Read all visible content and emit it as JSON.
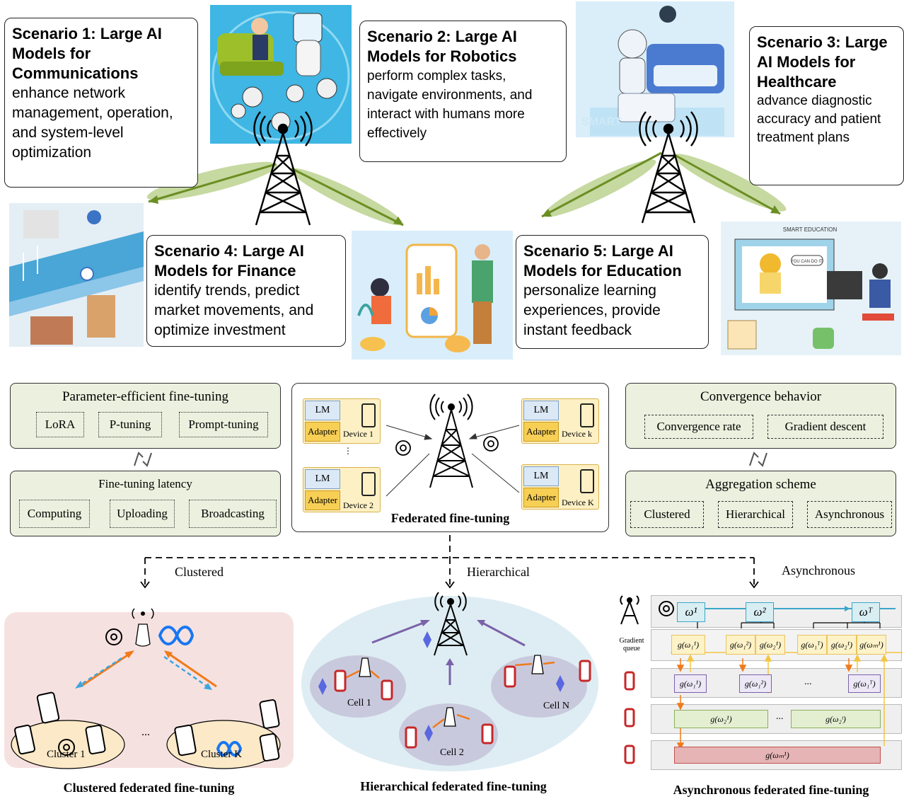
{
  "scenarios": {
    "s1": {
      "title": "Scenario 1: Large AI Models for Communications",
      "desc": "enhance network management, operation, and system-level optimization"
    },
    "s2": {
      "title": "Scenario 2: Large AI Models for Robotics",
      "desc": "perform complex tasks, navigate environments, and interact with humans more effectively"
    },
    "s3": {
      "title": "Scenario 3: Large AI Models for Healthcare",
      "desc": "advance diagnostic accuracy and patient treatment plans"
    },
    "s4": {
      "title": "Scenario 4: Large AI Models for Finance",
      "desc": "identify trends, predict market movements, and optimize investment"
    },
    "s5": {
      "title": "Scenario 5: Large AI Models for Education",
      "desc": "personalize learning experiences, provide instant feedback"
    }
  },
  "images": {
    "smart_education_label": "SMART EDUCATION",
    "you_can_do_it": "YOU CAN DO IT!",
    "smart_ambulance": "SMART"
  },
  "left_panel": {
    "peft_title": "Parameter-efficient fine-tuning",
    "peft_items": [
      "LoRA",
      "P-tuning",
      "Prompt-tuning"
    ],
    "latency_title": "Fine-tuning latency",
    "latency_items": [
      "Computing",
      "Uploading",
      "Broadcasting"
    ]
  },
  "center_panel": {
    "caption": "Federated fine-tuning",
    "lm": "LM",
    "adapter": "Adapter",
    "devices": [
      "Device 1",
      "Device 2",
      "Device k",
      "Device K"
    ],
    "ellipsis": "⋮"
  },
  "right_panel": {
    "conv_title": "Convergence behavior",
    "conv_items": [
      "Convergence rate",
      "Gradient descent"
    ],
    "agg_title": "Aggregation scheme",
    "agg_items": [
      "Clustered",
      "Hierarchical",
      "Asynchronous"
    ]
  },
  "branches": {
    "clustered": "Clustered",
    "hierarchical": "Hierarchical",
    "asynchronous": "Asynchronous"
  },
  "clustered": {
    "cluster1": "Cluster 1",
    "clusterK": "Cluster K",
    "dots": "...",
    "caption": "Clustered federated fine-tuning"
  },
  "hierarchical": {
    "cell1": "Cell 1",
    "cell2": "Cell 2",
    "cellN": "Cell N",
    "caption": "Hierarchical federated fine-tuning"
  },
  "asynchronous": {
    "w1": "ω¹",
    "w2": "ω²",
    "wT": "ωᵀ",
    "gradient_queue": "Gradient queue",
    "queue": [
      "g(ω₁¹)",
      "g(ω₁²)",
      "g(ω₂¹)",
      "g(ω₁ᵀ)",
      "g(ω₂¹)",
      "g(ωₘ¹)"
    ],
    "row1": [
      "g(ω₁¹)",
      "g(ω₁²)",
      "g(ω₁ᵀ)"
    ],
    "row2": [
      "g(ω₂¹)",
      "g(ω₂ᵗ)"
    ],
    "row3": "g(ωₘ¹)",
    "dots": "...",
    "caption": "Asynchronous federated fine-tuning"
  },
  "colors": {
    "panel_green": "#ebf1de",
    "orange": "#f07a1a",
    "blue_dash": "#3aa7e0",
    "purple": "#7a62a8",
    "leaf": "#c6d9a0"
  }
}
